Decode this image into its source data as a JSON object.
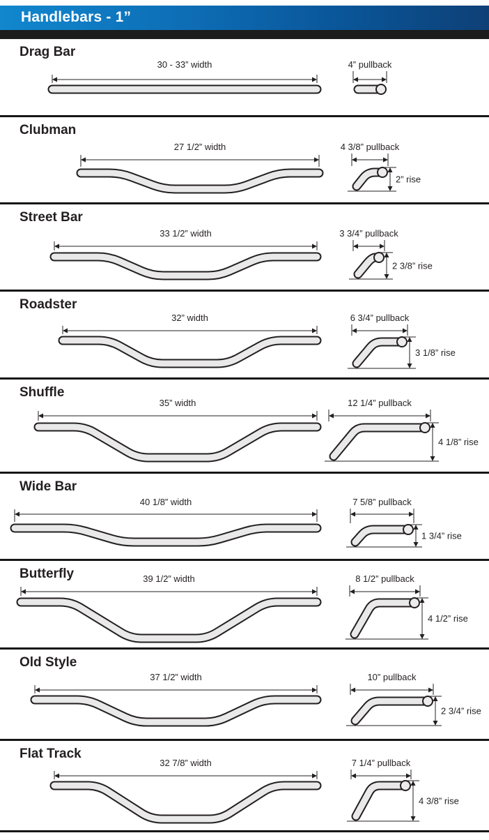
{
  "header": {
    "title": "Handlebars - 1”"
  },
  "sections": [
    {
      "name": "Drag Bar",
      "width_label": "30 - 33” width",
      "pullback_label": "4” pullback",
      "rise_label": ""
    },
    {
      "name": "Clubman",
      "width_label": "27 1/2” width",
      "pullback_label": "4 3/8” pullback",
      "rise_label": "2” rise"
    },
    {
      "name": "Street Bar",
      "width_label": "33 1/2” width",
      "pullback_label": "3 3/4” pullback",
      "rise_label": "2 3/8” rise"
    },
    {
      "name": "Roadster",
      "width_label": "32” width",
      "pullback_label": "6 3/4” pullback",
      "rise_label": "3 1/8” rise"
    },
    {
      "name": "Shuffle",
      "width_label": "35” width",
      "pullback_label": "12 1/4” pullback",
      "rise_label": "4 1/8” rise"
    },
    {
      "name": "Wide Bar",
      "width_label": "40 1/8” width",
      "pullback_label": "7 5/8” pullback",
      "rise_label": "1 3/4” rise"
    },
    {
      "name": "Butterfly",
      "width_label": "39 1/2” width",
      "pullback_label": "8 1/2” pullback",
      "rise_label": "4 1/2” rise"
    },
    {
      "name": "Old Style",
      "width_label": "37 1/2” width",
      "pullback_label": "10” pullback",
      "rise_label": "2 3/4” rise"
    },
    {
      "name": "Flat Track",
      "width_label": "32 7/8” width",
      "pullback_label": "7 1/4” pullback",
      "rise_label": "4 3/8” rise"
    }
  ]
}
